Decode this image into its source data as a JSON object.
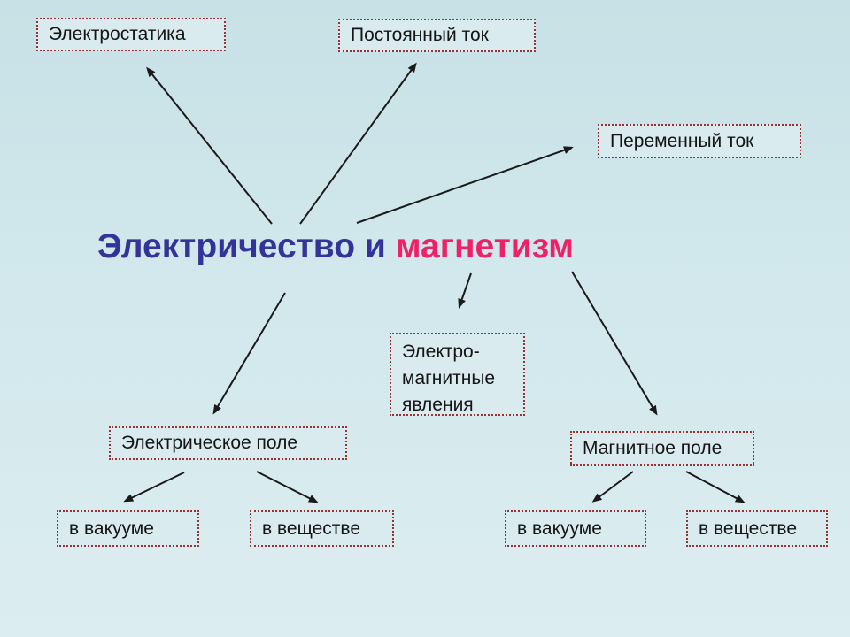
{
  "title": {
    "part1": "Электричество и ",
    "part2": "магнетизм",
    "part1_color": "#333399",
    "part2_color": "#ee2166"
  },
  "nodes": {
    "electrostatics": {
      "label": "Электростатика"
    },
    "direct_current": {
      "label": "Постоянный ток"
    },
    "alternating_current": {
      "label": "Переменный ток"
    },
    "em_phenomena": {
      "label": "Электро-\nмагнитные\nявления"
    },
    "electric_field": {
      "label": "Электрическое поле"
    },
    "magnetic_field": {
      "label": "Магнитное поле"
    },
    "electric_vacuum": {
      "label": "в вакууме"
    },
    "electric_matter": {
      "label": "в веществе"
    },
    "magnetic_vacuum": {
      "label": "в вакууме"
    },
    "magnetic_matter": {
      "label": "в веществе"
    }
  },
  "colors": {
    "background_top": "#c7e1e6",
    "background_bottom": "#dcedf1",
    "box_fill": "#d9ebee",
    "box_border": "#993333",
    "text": "#141414",
    "arrow": "#1a1a1a"
  }
}
